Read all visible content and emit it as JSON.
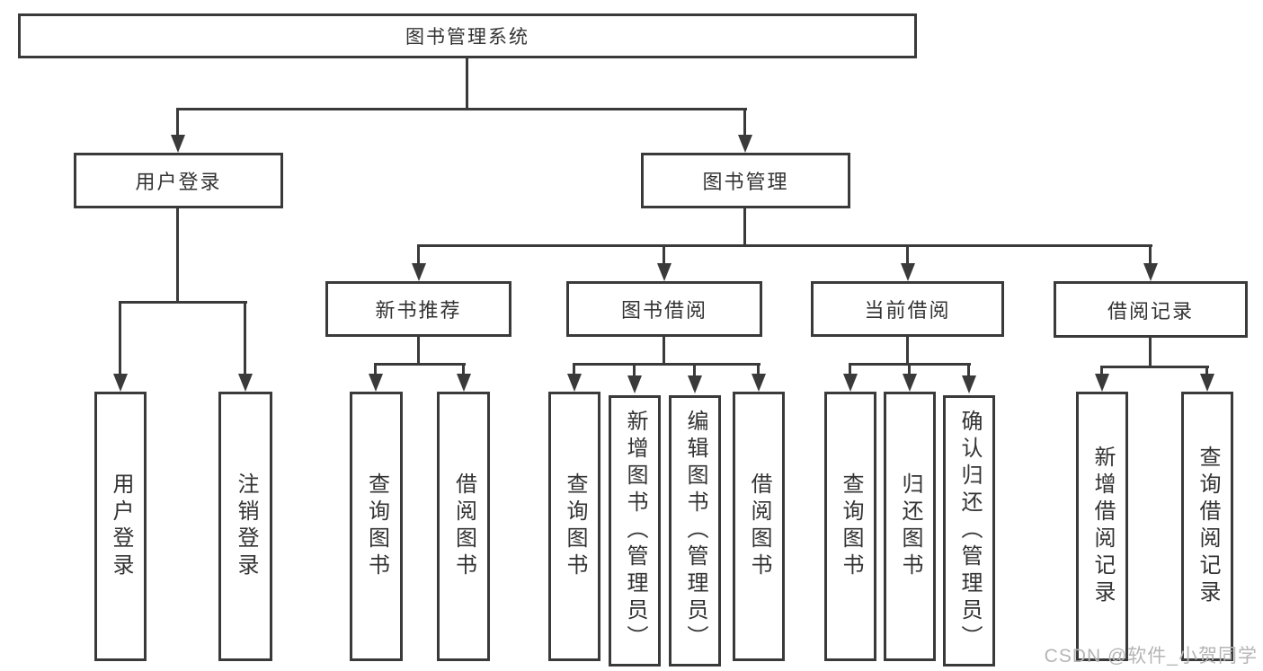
{
  "diagram_title": "图书管理系统",
  "watermark": "CSDN @软件_小贺同学",
  "colors": {
    "line": "#3a3a3a",
    "text": "#333333",
    "box_background": "#ffffff",
    "watermark": "#b5b5b5",
    "background": "#ffffff"
  },
  "nodes": {
    "root": {
      "label": "图书管理系统"
    },
    "user_login": {
      "label": "用户登录"
    },
    "book_mgmt": {
      "label": "图书管理"
    },
    "new_book_rec": {
      "label": "新书推荐"
    },
    "book_borrow": {
      "label": "图书借阅"
    },
    "current_borrow": {
      "label": "当前借阅"
    },
    "borrow_record": {
      "label": "借阅记录"
    },
    "leaf_user_login": {
      "label": "用户登录"
    },
    "leaf_logout": {
      "label": "注销登录"
    },
    "leaf_rec_query": {
      "label": "查询图书"
    },
    "leaf_rec_borrow": {
      "label": "借阅图书"
    },
    "leaf_bb_query": {
      "label": "查询图书"
    },
    "leaf_bb_add": {
      "label": "新增图书（管理员）"
    },
    "leaf_bb_edit": {
      "label": "编辑图书（管理员）"
    },
    "leaf_bb_borrow": {
      "label": "借阅图书"
    },
    "leaf_cb_query": {
      "label": "查询图书"
    },
    "leaf_cb_return": {
      "label": "归还图书"
    },
    "leaf_cb_confirm": {
      "label": "确认归还（管理员）"
    },
    "leaf_br_add": {
      "label": "新增借阅记录"
    },
    "leaf_br_query": {
      "label": "查询借阅记录"
    }
  },
  "hierarchy": {
    "图书管理系统": {
      "用户登录": [
        "用户登录",
        "注销登录"
      ],
      "图书管理": {
        "新书推荐": [
          "查询图书",
          "借阅图书"
        ],
        "图书借阅": [
          "查询图书",
          "新增图书（管理员）",
          "编辑图书（管理员）",
          "借阅图书"
        ],
        "当前借阅": [
          "查询图书",
          "归还图书",
          "确认归还（管理员）"
        ],
        "借阅记录": [
          "新增借阅记录",
          "查询借阅记录"
        ]
      }
    }
  }
}
